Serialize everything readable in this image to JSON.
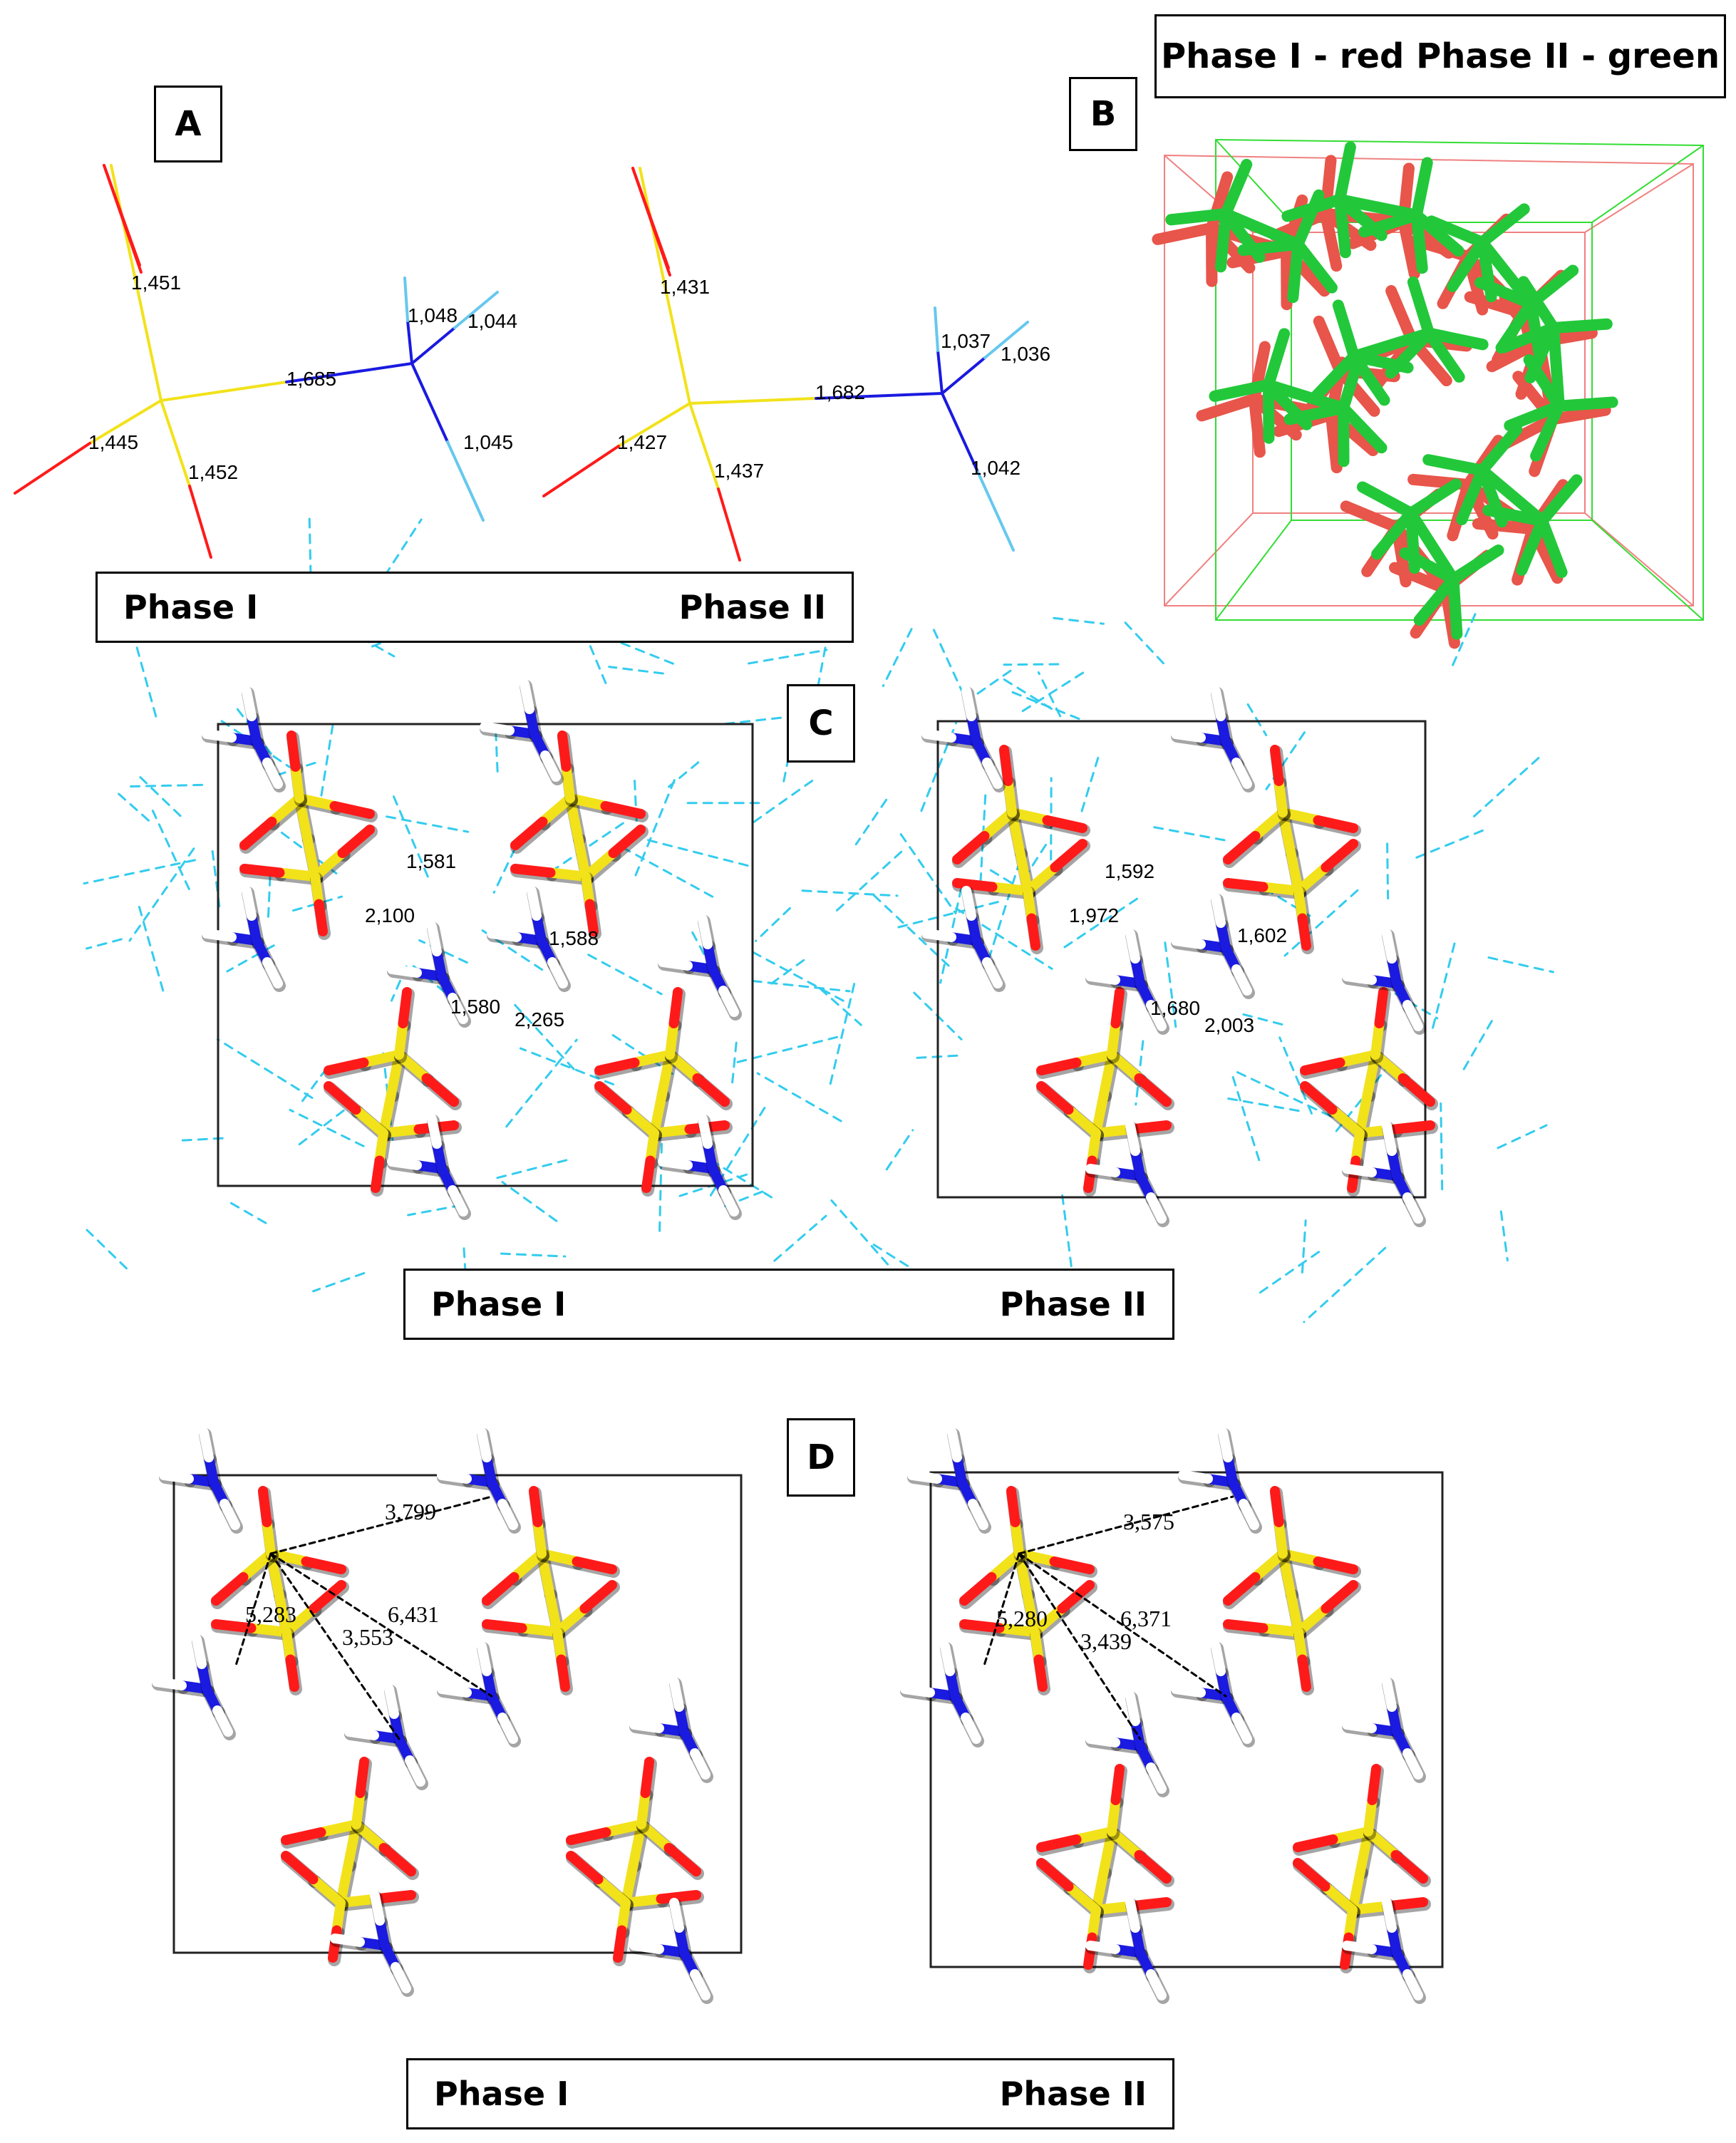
{
  "panel_labels": {
    "a": "A",
    "b": "B",
    "c": "C",
    "d": "D"
  },
  "legend_b": "Phase I - red Phase II - green",
  "phase_labels": {
    "phase1": "Phase I",
    "phase2": "Phase II"
  },
  "colors": {
    "sulfur": "#f2e21a",
    "oxygen": "#ff1a1a",
    "nitrogen": "#1a1ae0",
    "hydrogen": "#ffffff",
    "hbond": "#33ccee",
    "phase1_frame": "#f08080",
    "phase2_frame": "#33dd33",
    "distance_line": "#000000"
  },
  "panel_a": {
    "phase1": {
      "s_o_top": "1,451",
      "s_o_left": "1,445",
      "s_o_bottom": "1,452",
      "s_n": "1,685",
      "n_h_top": "1,048",
      "n_h_right": "1,044",
      "n_h_bottom": "1,045"
    },
    "phase2": {
      "s_o_top": "1,431",
      "s_o_left": "1,427",
      "s_o_bottom": "1,437",
      "s_n": "1,682",
      "n_h_top": "1,037",
      "n_h_right": "1,036",
      "n_h_bottom": "1,042"
    }
  },
  "panel_c": {
    "phase1": {
      "d1": "1,581",
      "d2": "2,100",
      "d3": "1,588",
      "d4": "1,580",
      "d5": "2,265"
    },
    "phase2": {
      "d1": "1,592",
      "d2": "1,972",
      "d3": "1,602",
      "d4": "1,680",
      "d5": "2,003"
    }
  },
  "panel_d": {
    "phase1": {
      "d1": "3,799",
      "d2": "5,283",
      "d3": "6,431",
      "d4": "3,553"
    },
    "phase2": {
      "d1": "3,575",
      "d2": "5,280",
      "d3": "6,371",
      "d4": "3,439"
    }
  }
}
